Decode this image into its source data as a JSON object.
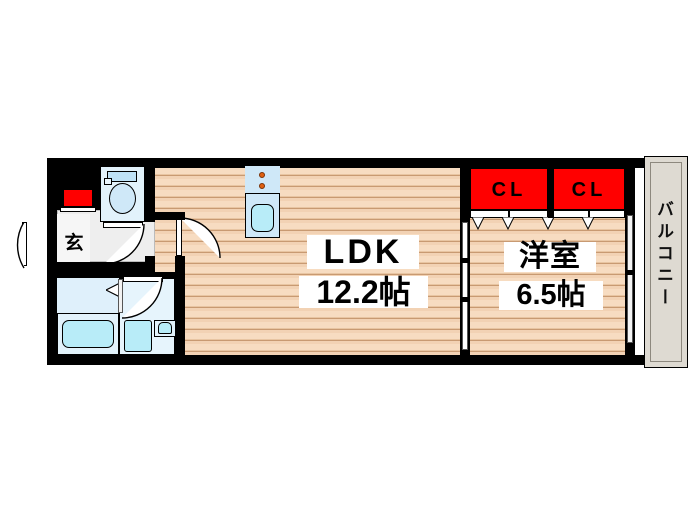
{
  "plan": {
    "type": "apartment-floor-plan",
    "layout_code": "1LDK",
    "rooms": [
      {
        "id": "ldk",
        "label_line1": "LDK",
        "label_line2": "12.2帖",
        "area_jo": 12.2
      },
      {
        "id": "washitsu",
        "label_line1": "洋室",
        "label_line2": "6.5帖",
        "area_jo": 6.5
      }
    ],
    "closets": [
      {
        "id": "cl-left",
        "label": "CL"
      },
      {
        "id": "cl-right",
        "label": "CL"
      }
    ],
    "entrance": {
      "label": "玄"
    },
    "balcony": {
      "label": "バルコニー"
    }
  },
  "colors": {
    "wall": "#000000",
    "floor_wood": "#f2d2b4",
    "closet_red": "#ff0000",
    "water_blue": "#cfe8f8",
    "tub_blue": "#b8ecf8",
    "balcony_gray": "#dedad2",
    "background": "#ffffff"
  },
  "fixtures": [
    {
      "name": "shoe-cabinet",
      "kind": "red-cabinet"
    },
    {
      "name": "toilet",
      "kind": "water-closet"
    },
    {
      "name": "bathtub",
      "kind": "tub"
    },
    {
      "name": "washing-machine-pan",
      "kind": "pan"
    },
    {
      "name": "vanity-sink",
      "kind": "basin"
    },
    {
      "name": "kitchen-stove",
      "kind": "two-burner-cooktop"
    },
    {
      "name": "kitchen-sink",
      "kind": "sink"
    }
  ]
}
